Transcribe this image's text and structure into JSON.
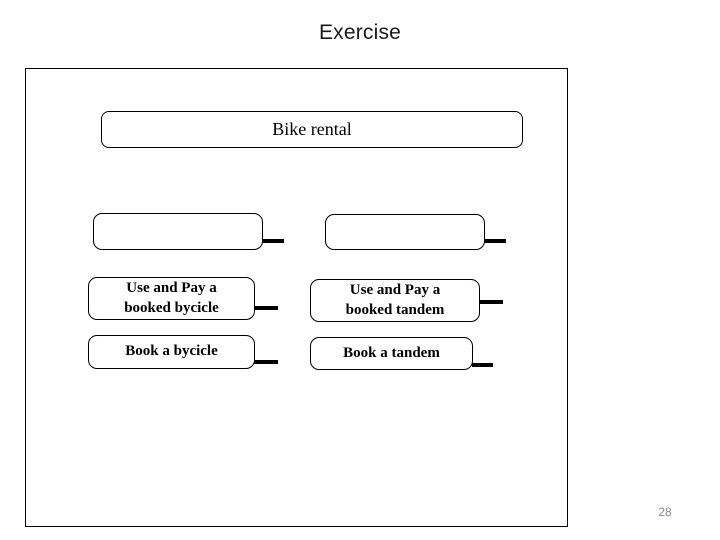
{
  "slide": {
    "title": "Exercise",
    "page_number": "28"
  },
  "diagram": {
    "root_label": "Bike rental",
    "nodes": [
      {
        "label": ""
      },
      {
        "label": ""
      },
      {
        "label": "Use and Pay a\nbooked bycicle"
      },
      {
        "label": "Use and Pay a\nbooked tandem"
      },
      {
        "label": "Book a bycicle"
      },
      {
        "label": "Book a tandem"
      }
    ]
  },
  "colors": {
    "background": "#ffffff",
    "border": "#000000",
    "text": "#000000",
    "title": "#1a1a1a",
    "page_number": "#8a8a8a"
  }
}
